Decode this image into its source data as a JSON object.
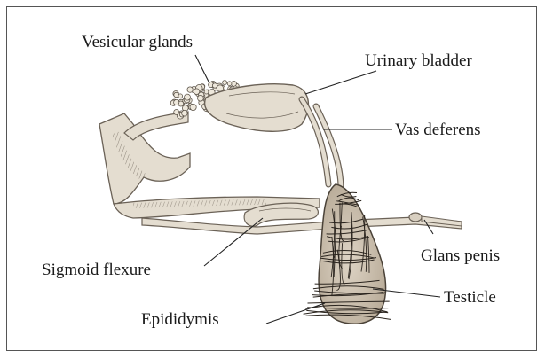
{
  "labels": {
    "vesicular_glands": "Vesicular glands",
    "urinary_bladder": "Urinary bladder",
    "vas_deferens": "Vas deferens",
    "glans_penis": "Glans penis",
    "sigmoid_flexure": "Sigmoid flexure",
    "testicle": "Testicle",
    "epididymis": "Epididymis"
  },
  "colors": {
    "tissue_fill": "#e4ddd0",
    "tissue_outline": "#6b6257",
    "testis_fill": "#cfc4b4",
    "vessel": "#2a241e",
    "frame": "#555555"
  }
}
